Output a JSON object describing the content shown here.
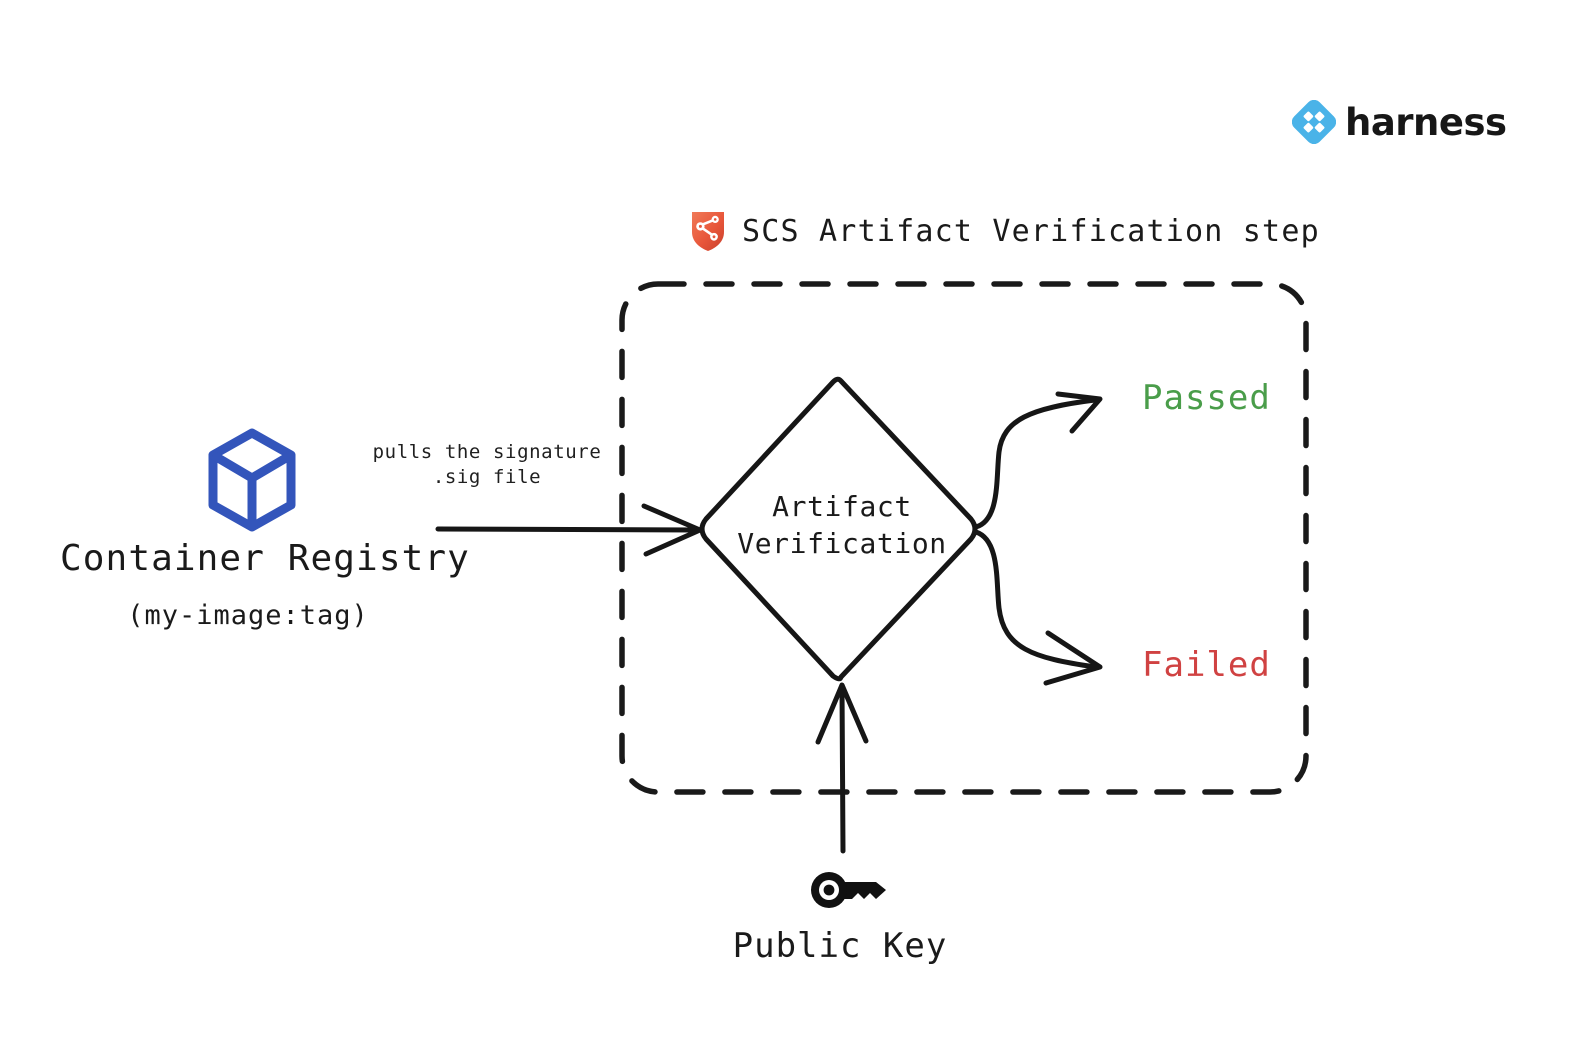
{
  "brand": {
    "name": "harness",
    "logo_icon": "harness-diamond-logo-icon",
    "color": "#4ab3e8"
  },
  "diagram": {
    "title": "SCS Artifact Verification step",
    "title_icon": "scs-shield-icon",
    "container": {
      "name": "scs-artifact-verification-step-boundary",
      "style": "dashed-rounded-rectangle",
      "color": "#1a1a1a"
    },
    "nodes": [
      {
        "id": "container-registry",
        "icon": "container-cube-icon",
        "icon_color": "#3355bb",
        "label": "Container Registry",
        "sublabel": "(my-image:tag)"
      },
      {
        "id": "artifact-verification",
        "shape": "diamond",
        "label_line1": "Artifact",
        "label_line2": "Verification"
      },
      {
        "id": "public-key",
        "icon": "key-icon",
        "icon_color": "#111111",
        "label": "Public Key"
      },
      {
        "id": "passed",
        "label": "Passed",
        "color": "#4a9d4a"
      },
      {
        "id": "failed",
        "label": "Failed",
        "color": "#d04242"
      }
    ],
    "edges": [
      {
        "id": "registry-to-verification",
        "from": "container-registry",
        "to": "artifact-verification",
        "label_line1": "pulls the signature",
        "label_line2": ".sig file"
      },
      {
        "id": "publickey-to-verification",
        "from": "public-key",
        "to": "artifact-verification",
        "label": ""
      },
      {
        "id": "verification-to-passed",
        "from": "artifact-verification",
        "to": "passed",
        "label": ""
      },
      {
        "id": "verification-to-failed",
        "from": "artifact-verification",
        "to": "failed",
        "label": ""
      }
    ]
  }
}
